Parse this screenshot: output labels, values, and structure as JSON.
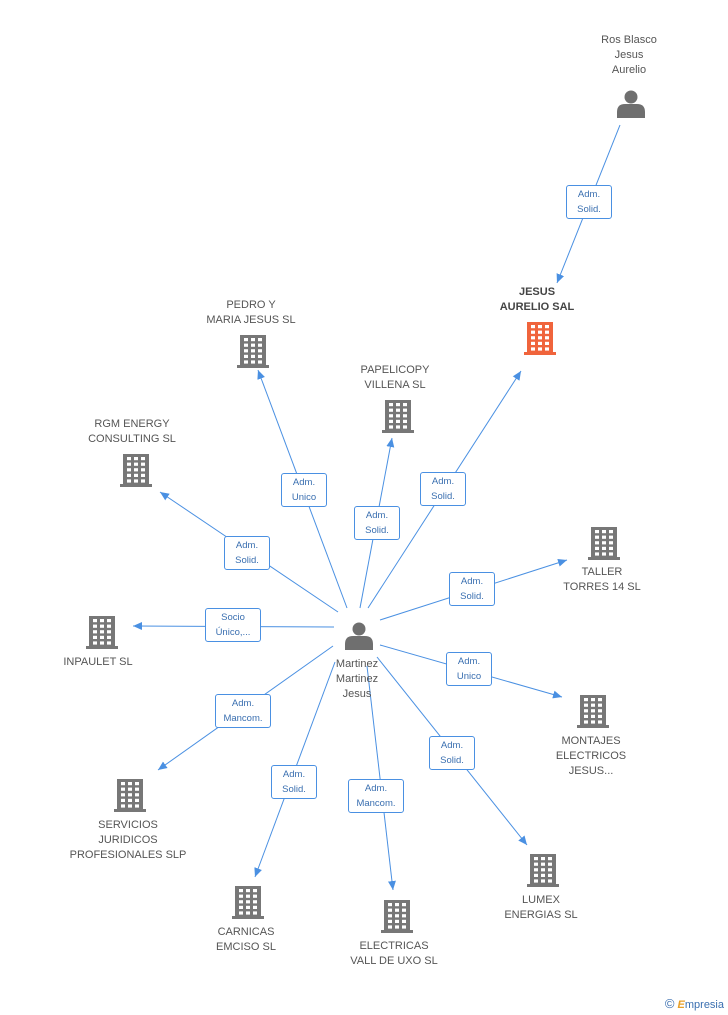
{
  "colors": {
    "edge": "#4a90e2",
    "building": "#777777",
    "building_highlight": "#f0643c",
    "person": "#6f6f6f"
  },
  "nodes": {
    "center": "Martinez\nMartinez\nJesus",
    "ros_blasco": "Ros Blasco\nJesus\nAurelio",
    "jesus_aurelio": "JESUS\nAURELIO SAL",
    "pedro": "PEDRO Y\nMARIA JESUS SL",
    "papelicopy": "PAPELICOPY\nVILLENA  SL",
    "rgm": "RGM ENERGY\nCONSULTING  SL",
    "taller": "TALLER\nTORRES 14 SL",
    "inpaulet": "INPAULET  SL",
    "montajes": "MONTAJES\nELECTRICOS\nJESUS...",
    "servicios": "SERVICIOS\nJURIDICOS\nPROFESIONALES SLP",
    "lumex": "LUMEX\nENERGIAS SL",
    "carnicas": "CARNICAS\nEMCISO SL",
    "electricas": "ELECTRICAS\nVALL DE UXO SL"
  },
  "edges": {
    "ros_jesus": "Adm.\nSolid.",
    "pedro": "Adm.\nUnico",
    "papelicopy": "Adm.\nSolid.",
    "jesus_aurelio": "Adm.\nSolid.",
    "rgm": "Adm.\nSolid.",
    "taller": "Adm.\nSolid.",
    "inpaulet": "Socio\nÚnico,...",
    "montajes": "Adm.\nUnico",
    "servicios": "Adm.\nMancom.",
    "lumex": "Adm.\nSolid.",
    "carnicas": "Adm.\nSolid.",
    "electricas": "Adm.\nMancom."
  },
  "footer": {
    "copyright": "©",
    "brand_initial": "E",
    "brand_rest": "mpresia"
  }
}
